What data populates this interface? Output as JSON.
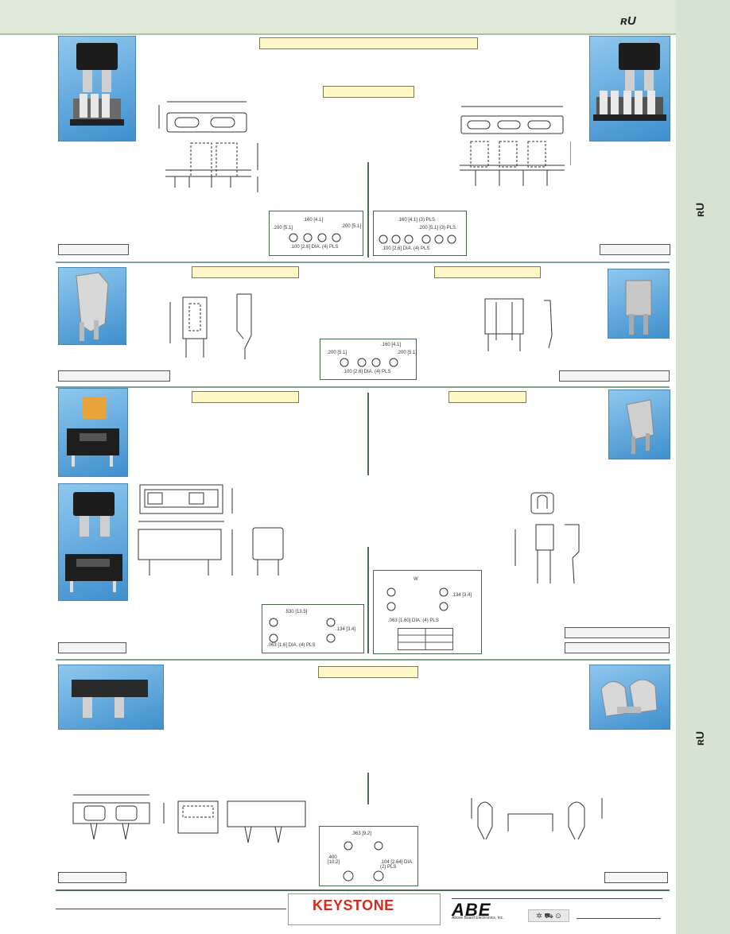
{
  "header": {
    "ul_mark": "ʀU"
  },
  "sidebar": {
    "ul_mark": "ʀU"
  },
  "dimensions": {
    "sec1_left_a": ".160 [4.1]",
    "sec1_left_b": ".200 [5.1]",
    "sec1_left_c": ".200 [5.1]",
    "sec1_left_hole": ".100 [2.6] DIA. (4) PLS",
    "sec1_right_a": ".160 [4.1] (3) PLS.",
    "sec1_right_b": ".200 [5.1] (3) PLS.",
    "sec1_right_hole": ".100 [2.6] DIA. (4) PLS",
    "sec2_a": ".160 [4.1]",
    "sec2_b": ".200 [5.1]",
    "sec2_c": ".200 [5.1]",
    "sec2_hole": ".100 [2.6] DIA. (4) PLS",
    "sec3_left_a": ".530 [13.5]",
    "sec3_left_b": ".134 [3.4]",
    "sec3_left_hole": ".063 [1.6] DIA. (4) PLS",
    "sec3_right_w": "W",
    "sec3_right_b": ".134 [3.4]",
    "sec3_right_hole": ".063 [1.60] DIA. (4) PLS",
    "sec4_a": ".363 [9.2]",
    "sec4_b": ".400 [10.2]",
    "sec4_hole": ".104 [2.64] DIA. (2) PLS"
  },
  "footer": {
    "brand": "KEYSTONE",
    "distributor": "ABE",
    "distributor_sub": "Above Board Electronics, Inc.",
    "icons": "✲ ⛟ ⊙"
  }
}
